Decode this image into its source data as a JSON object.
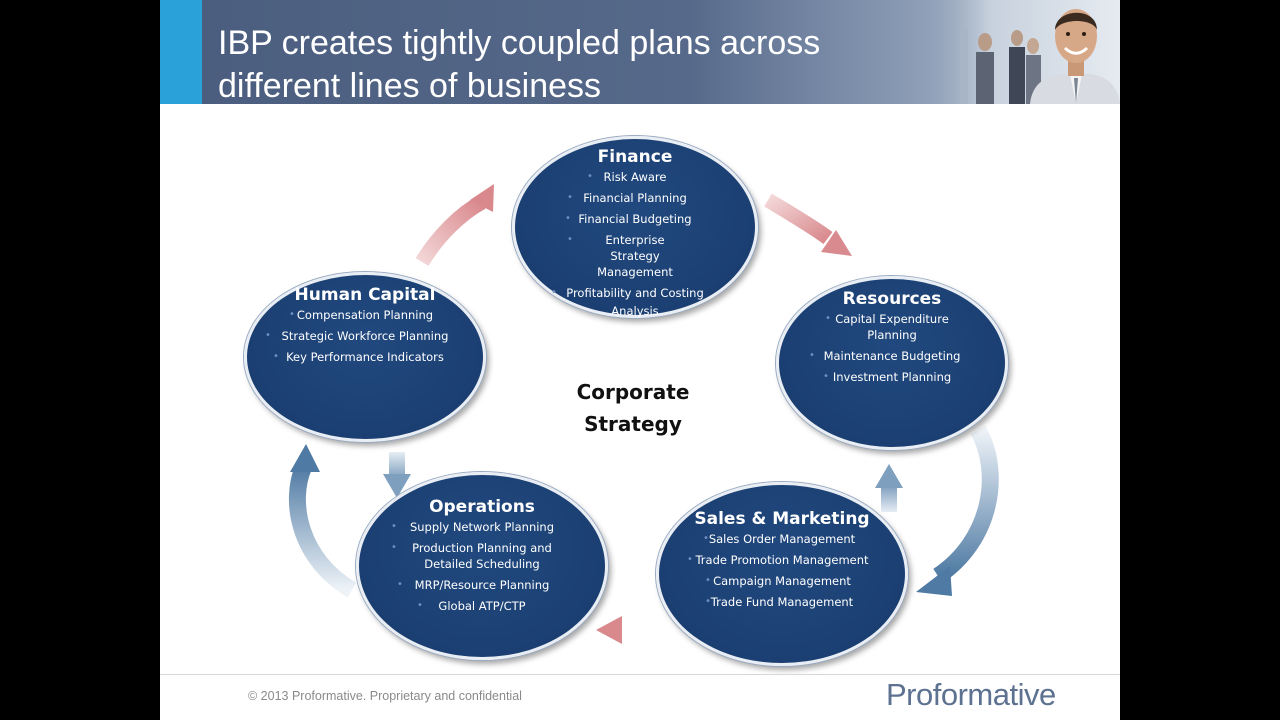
{
  "slide": {
    "title_line1": "IBP creates tightly coupled plans across",
    "title_line2": "different lines of business"
  },
  "diagram": {
    "center": {
      "line1": "Corporate",
      "line2": "Strategy"
    },
    "nodes": {
      "finance": {
        "title": "Finance",
        "items": [
          "Risk Aware",
          "Financial Planning",
          "Financial Budgeting",
          "Enterprise Strategy Management",
          "Profitability and Costing",
          "Analysis"
        ]
      },
      "resources": {
        "title": "Resources",
        "items": [
          "Capital Expenditure Planning",
          "Maintenance Budgeting",
          "Investment Planning"
        ]
      },
      "sales_marketing": {
        "title": "Sales & Marketing",
        "items": [
          "Sales Order Management",
          "Trade Promotion Management",
          "Campaign Management",
          "Trade Fund Management"
        ]
      },
      "operations": {
        "title": "Operations",
        "items": [
          "Supply  Network Planning",
          "Production  Planning and Detailed Scheduling",
          "MRP/Resource Planning",
          "Global ATP/CTP"
        ]
      },
      "human_capital": {
        "title": "Human Capital",
        "items": [
          "Compensation Planning",
          "Strategic Workforce  Planning",
          "Key Performance Indicators"
        ]
      }
    },
    "colors": {
      "node_fill": "#1b3f72",
      "arrow_red": "#d9888c",
      "arrow_blue": "#5f87ad"
    }
  },
  "footer": {
    "copyright": "© 2013 Proformative. Proprietary and confidential",
    "logo": "Proformative"
  }
}
